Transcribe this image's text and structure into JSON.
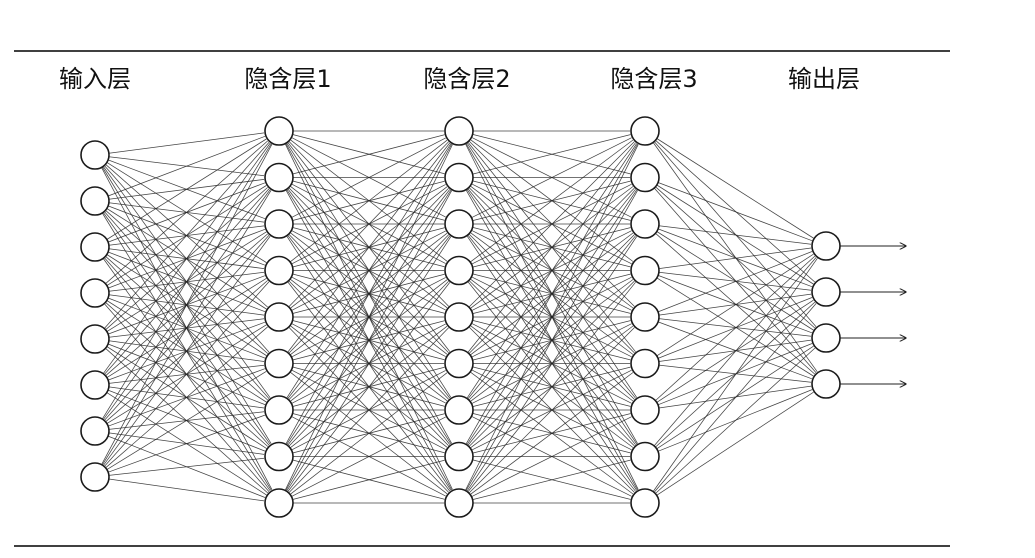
{
  "layers": [
    {
      "id": "input",
      "label": "输入层",
      "nodes": 8
    },
    {
      "id": "hidden1",
      "label": "隐含层1",
      "nodes": 9
    },
    {
      "id": "hidden2",
      "label": "隐含层2",
      "nodes": 9
    },
    {
      "id": "hidden3",
      "label": "隐含层3",
      "nodes": 9
    },
    {
      "id": "output",
      "label": "输出层",
      "nodes": 4
    }
  ],
  "connectivity": "fully-connected",
  "output_arrows": true
}
